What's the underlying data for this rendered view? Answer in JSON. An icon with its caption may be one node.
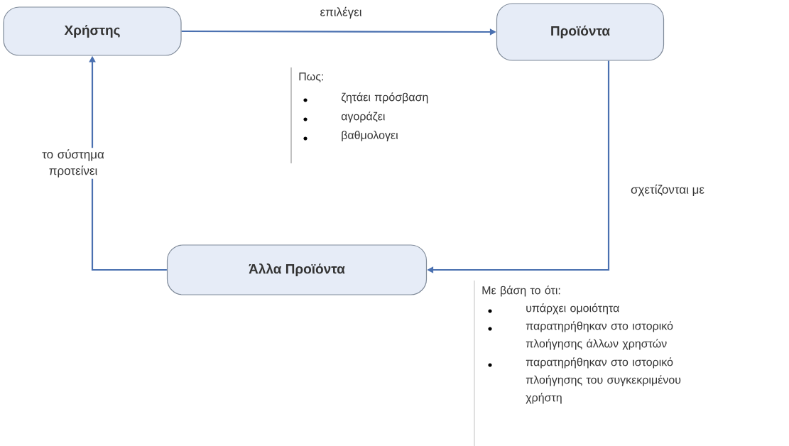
{
  "diagram": {
    "nodes": [
      {
        "text": [
          "Χρήστης"
        ]
      },
      {
        "text": [
          "Προϊόντα"
        ]
      },
      {
        "text": [
          "Άλλα Προϊόντα"
        ]
      }
    ],
    "edges": [
      {
        "from": 0,
        "to": 1,
        "arrow": "to",
        "label": "επιλέγει"
      },
      {
        "from": 1,
        "to": 2,
        "arrow": "to",
        "label": "σχετίζονται με"
      },
      {
        "from": 2,
        "to": 0,
        "arrow": "to",
        "label": "το σύστημα προτείνει"
      }
    ],
    "labels": [
      "Πως:",
      "ζητάει πρόσβαση",
      "αγοράζει",
      "βαθμολογει",
      "Με βάση το ότι:",
      "υπάρχει ομοιότητα",
      "παρατηρήθηκαν στο ιστορικό πλοήγησης άλλων χρηστών",
      "παρατηρήθηκαν στο ιστορικό πλοήγησης του συγκεκριμένου χρήστη"
    ]
  }
}
